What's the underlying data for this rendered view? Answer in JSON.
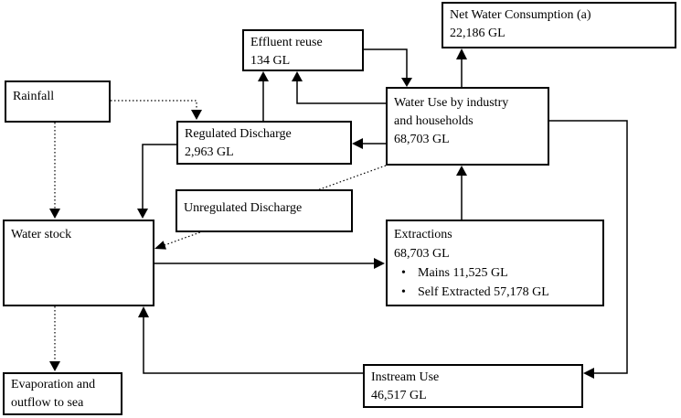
{
  "diagram": {
    "unit": "GL",
    "colors": {
      "box_border": "#000000",
      "box_fill": "#ffffff",
      "line": "#000000",
      "text": "#000000",
      "background": "#ffffff"
    },
    "nodes": {
      "net_water_consumption": {
        "lines": [
          "Net Water Consumption (a)",
          "22,186 GL"
        ]
      },
      "effluent_reuse": {
        "lines": [
          "Effluent reuse",
          "134 GL"
        ]
      },
      "rainfall": {
        "lines": [
          "Rainfall"
        ]
      },
      "regulated_discharge": {
        "lines": [
          "Regulated Discharge",
          "2,963 GL"
        ]
      },
      "water_use": {
        "lines": [
          "Water Use by industry",
          "and households",
          "68,703 GL"
        ]
      },
      "unregulated_discharge": {
        "lines": [
          "Unregulated Discharge"
        ]
      },
      "water_stock": {
        "lines": [
          "Water stock"
        ]
      },
      "extractions": {
        "lines": [
          "Extractions",
          "68,703 GL"
        ],
        "bullets": [
          "Mains 11,525 GL",
          "Self Extracted 57,178 GL"
        ]
      },
      "evaporation": {
        "lines": [
          "Evaporation and",
          "outflow to sea"
        ]
      },
      "instream_use": {
        "lines": [
          "Instream Use",
          "46,517 GL"
        ]
      }
    }
  }
}
